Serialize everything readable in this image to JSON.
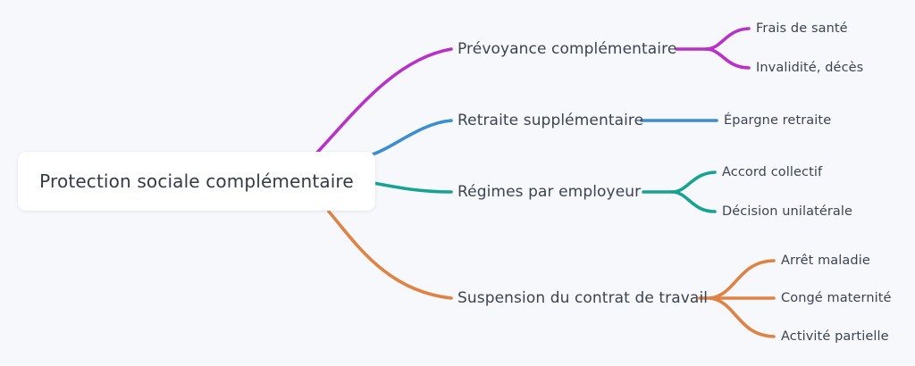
{
  "diagram": {
    "type": "mind-map",
    "background_color": "#f7f8fc",
    "text_color": "#3c4450",
    "root": {
      "label": "Protection sociale complémentaire",
      "card_background": "#ffffff"
    },
    "branches": [
      {
        "label": "Prévoyance complémentaire",
        "color": "#b832c8",
        "leaves": [
          {
            "label": "Frais de santé"
          },
          {
            "label": "Invalidité, décès"
          }
        ]
      },
      {
        "label": "Retraite supplémentaire",
        "color": "#3b8ed0",
        "leaves": [
          {
            "label": "Épargne retraite"
          }
        ]
      },
      {
        "label": "Régimes par employeur",
        "color": "#17a394",
        "leaves": [
          {
            "label": "Accord collectif"
          },
          {
            "label": "Décision unilatérale"
          }
        ]
      },
      {
        "label": "Suspension du contrat de travail",
        "color": "#df8244",
        "leaves": [
          {
            "label": "Arrêt maladie"
          },
          {
            "label": "Congé maternité"
          },
          {
            "label": "Activité partielle"
          }
        ]
      }
    ]
  }
}
